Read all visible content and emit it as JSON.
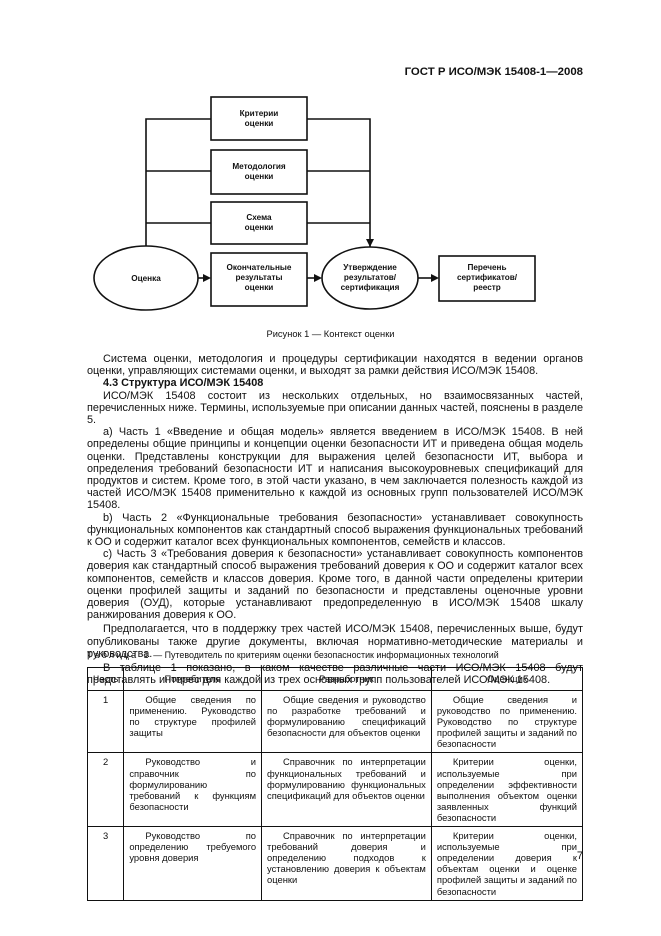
{
  "header": {
    "standard": "ГОСТ Р ИСО/МЭК 15408-1—2008"
  },
  "diagram": {
    "criteria": [
      "Критерии",
      "оценки"
    ],
    "methodology": [
      "Методология",
      "оценки"
    ],
    "scheme": [
      "Схема",
      "оценки"
    ],
    "evaluation": "Оценка",
    "final_results": [
      "Окончательные",
      "результаты",
      "оценки"
    ],
    "approval": [
      "Утверждение",
      "результатов/",
      "сертификация"
    ],
    "registry": [
      "Перечень",
      "сертификатов/",
      "реестр"
    ]
  },
  "figure_caption": "Рисунок 1 — Контекст оценки",
  "body": {
    "p1": "Система оценки, методология и процедуры сертификации находятся в ведении органов оценки, управляющих системами оценки, и выходят за рамки действия ИСО/МЭК 15408.",
    "section_heading": "4.3 Структура ИСО/МЭК 15408",
    "p2": "ИСО/МЭК 15408 состоит из нескольких отдельных, но взаимосвязанных частей, перечисленных ниже. Термины, используемые при описании данных частей, пояснены в разделе 5.",
    "p3": "a) Часть 1 «Введение и общая модель» является введением в ИСО/МЭК 15408. В ней определены общие принципы и концепции оценки безопасности ИТ и приведена общая модель оценки. Представлены конструкции для выражения целей безопасности ИТ, выбора и определения требований безопасности ИТ и написания высокоуровневых спецификаций для продуктов и систем. Кроме того, в этой части указано, в чем заключается полезность каждой из частей ИСО/МЭК 15408 применительно к каждой из основных групп пользователей ИСО/МЭК 15408.",
    "p4": "b) Часть 2 «Функциональные требования безопасности» устанавливает совокупность функциональных компонентов как стандартный способ выражения функциональных требований к ОО и содержит каталог всех функциональных компонентов, семейств и классов.",
    "p5": "c) Часть 3 «Требования доверия к безопасности» устанавливает совокупность компонентов доверия как стандартный способ выражения требований доверия к ОО и содержит каталог всех компонентов, семейств и классов доверия. Кроме того, в данной части определены критерии оценки профилей защиты и заданий по безопасности и представлены оценочные уровни доверия (ОУД), которые устанавливают предопределенную в ИСО/МЭК 15408 шкалу ранжирования доверия к ОО.",
    "p6": "Предполагается, что в поддержку трех частей ИСО/МЭК 15408, перечисленных выше, будут опубликованы также другие документы, включая нормативно-методические материалы и руководства.",
    "p7": "В таблице 1 показано, в каком качестве различные части ИСО/МЭК 15408 будут представлять интерес для каждой из трех основных групп пользователей ИСО/МЭК 15408."
  },
  "table": {
    "title_label": "Таблица 1",
    "title_text": " — Путеводитель по критериям оценки безопасностик информационных технологий",
    "headers": [
      "Часть",
      "Потребитель",
      "Разработчик",
      "Оценщик"
    ],
    "rows": [
      [
        "1",
        "Общие сведения по применению. Руководство по структуре профилей защиты",
        "Общие сведения и руководство по разработке требований и формулированию спецификаций безопасности для объектов оценки",
        "Общие сведения и руководство по применению. Руководство по структуре профилей защиты и заданий по безопасности"
      ],
      [
        "2",
        "Руководство и справочник по формулированию требований к функциям безопасности",
        "Справочник по интерпретации функциональных требований и формулированию функциональных спецификаций для объектов оценки",
        "Критерии оценки, используемые при определении эффективности выполнения объектом оценки заявленных функций безопасности"
      ],
      [
        "3",
        "Руководство по определению требуемого уровня доверия",
        "Справочник по интерпретации требований доверия и определению подходов к установлению доверия к объектам оценки",
        "Критерии оценки, используемые при определении доверия к объектам оценки и оценке профилей защиты и заданий по безопасности"
      ]
    ]
  },
  "page_number": "7"
}
